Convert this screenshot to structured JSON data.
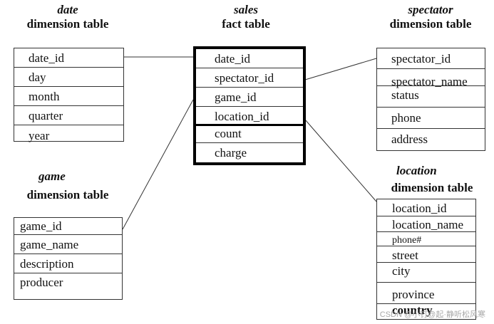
{
  "tables": {
    "date": {
      "name": "date",
      "kind": "dimension table",
      "fields": [
        "date_id",
        "day",
        "month",
        "quarter",
        "year"
      ]
    },
    "sales": {
      "name": "sales",
      "kind": "fact table",
      "keys": [
        "date_id",
        "spectator_id",
        "game_id",
        "location_id"
      ],
      "measures": [
        "count",
        "charge"
      ]
    },
    "spectator": {
      "name": "spectator",
      "kind": "dimension table",
      "fields": [
        "spectator_id",
        "spectator_name",
        "status",
        "phone",
        "address"
      ]
    },
    "game": {
      "name": "game",
      "kind": "dimension table",
      "fields": [
        "game_id",
        "game_name",
        "description",
        "producer"
      ]
    },
    "location": {
      "name": "location",
      "kind": "dimension table",
      "fields": [
        "location_id",
        "location_name",
        "phone#",
        "street",
        "city",
        "province",
        "country"
      ]
    }
  },
  "watermark": "CSDN @小钉@起·静听松风寒"
}
